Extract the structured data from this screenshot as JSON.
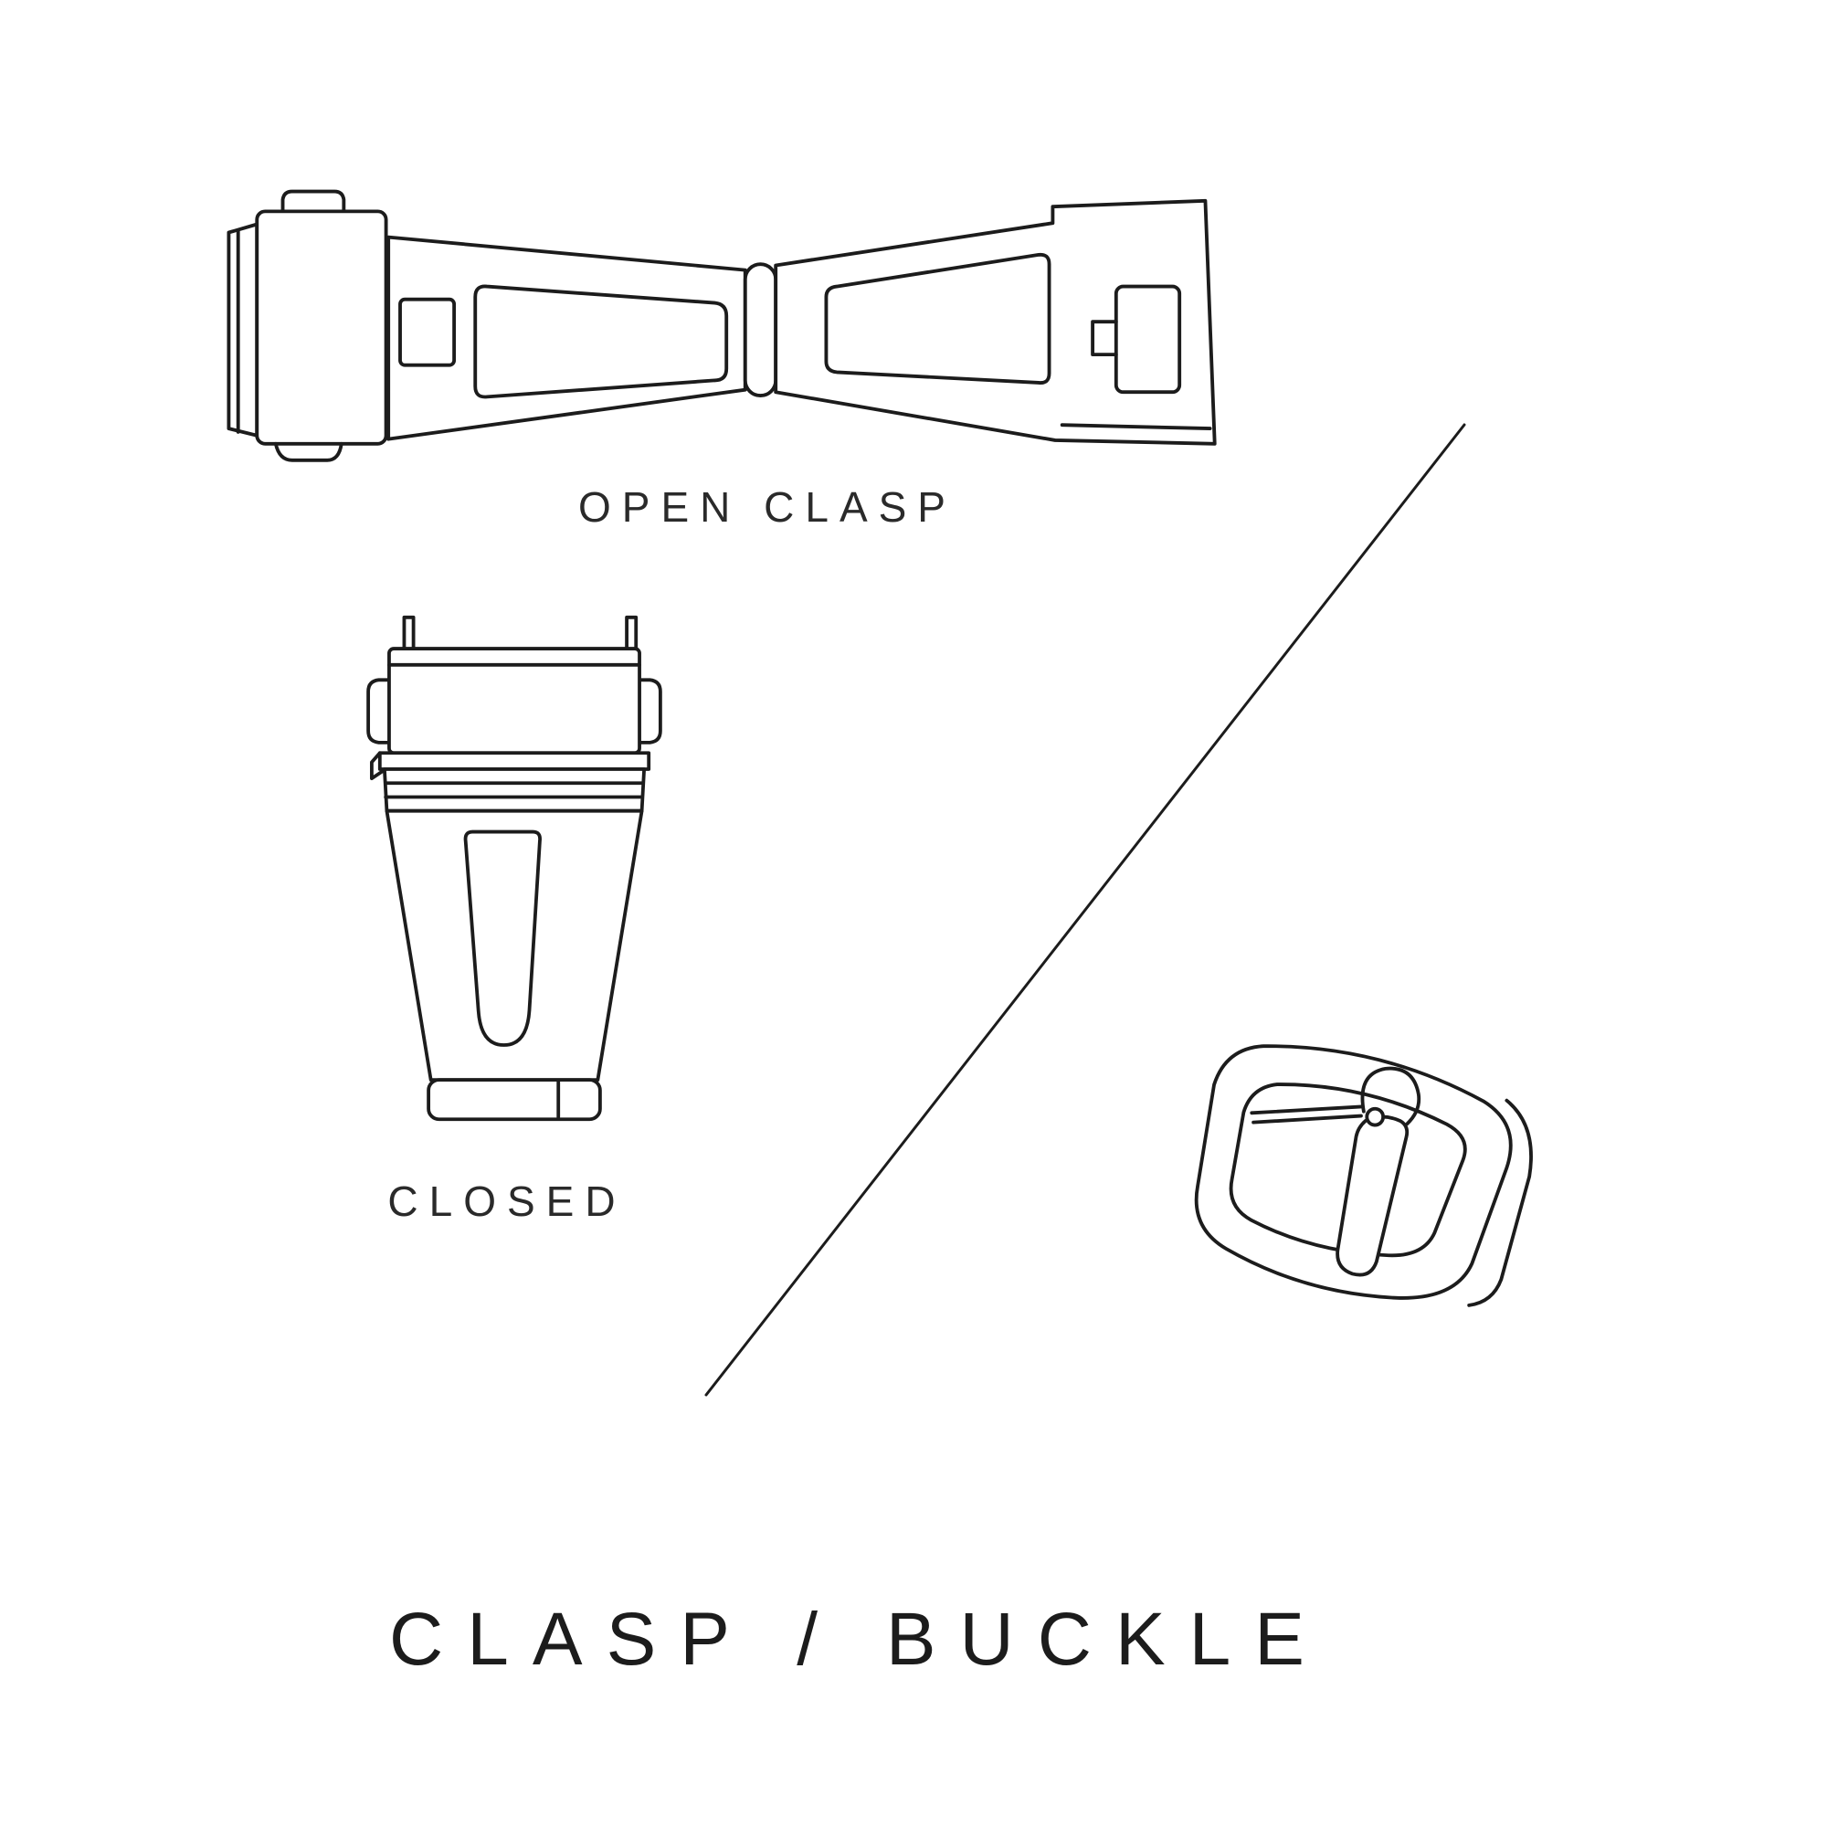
{
  "title": "CLASP / BUCKLE",
  "colors": {
    "background": "#ffffff",
    "ink": "#1c1c1c"
  },
  "figures": {
    "open_clasp": {
      "label": "OPEN CLASP",
      "icon": "open-clasp-illustration"
    },
    "closed_clasp": {
      "label": "CLOSED",
      "icon": "closed-clasp-illustration"
    },
    "tang_buckle": {
      "icon": "tang-buckle-illustration"
    }
  },
  "divider": {
    "icon": "diagonal-divider-line"
  }
}
